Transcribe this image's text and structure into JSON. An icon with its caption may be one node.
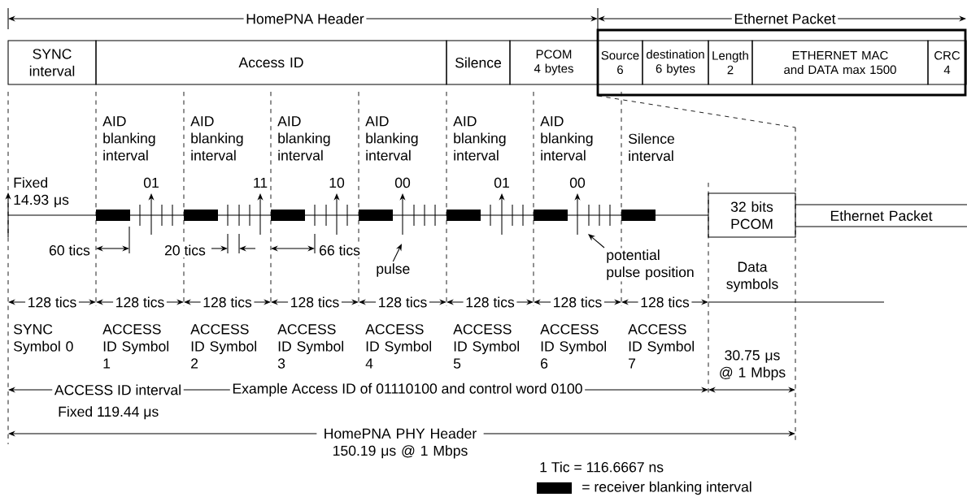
{
  "diagram": {
    "nodes": [
      {
        "text": [
          "SYNC interval"
        ]
      },
      {
        "text": [
          "Access ID"
        ]
      },
      {
        "text": [
          "Silence"
        ]
      },
      {
        "text": [
          "PCOM 4 bytes"
        ]
      },
      {
        "text": [],
        "shape": "box"
      },
      {
        "text": [
          "Source 6"
        ],
        "in": 4
      },
      {
        "text": [
          "destination 6 bytes"
        ],
        "in": 4
      },
      {
        "text": [
          "Length 2"
        ],
        "in": 4
      },
      {
        "text": [
          "ETHERNET MAC and DATA max 1500"
        ],
        "in": 4
      },
      {
        "text": [
          "CRC 4"
        ],
        "in": 4
      },
      {
        "text": [
          "32 bits PCOM"
        ]
      },
      {
        "text": [
          "Ethernet Packet"
        ]
      },
      {
        "text": [
          "pulse"
        ]
      },
      {
        "text": [
          "potential pulse position"
        ]
      }
    ],
    "edges": [
      {
        "from": 12,
        "to": null,
        "arrow": "to"
      },
      {
        "from": 13,
        "to": null,
        "arrow": "to"
      }
    ],
    "labels": [
      "HomePNA Header",
      "Ethernet Packet",
      "AID blanking interval",
      "AID blanking interval",
      "AID blanking interval",
      "AID blanking interval",
      "AID blanking interval",
      "AID blanking interval",
      "Silence interval",
      "Fixed 14.93 μs",
      "01",
      "11",
      "10",
      "00",
      "01",
      "00",
      "60 tics",
      "20 tics",
      "66 tics",
      "Data symbols",
      "128 tics",
      "128 tics",
      "128 tics",
      "128 tics",
      "128 tics",
      "128 tics",
      "128 tics",
      "128 tics",
      "SYNC Symbol 0",
      "ACCESS ID Symbol 1",
      "ACCESS ID Symbol 2",
      "ACCESS ID Symbol 3",
      "ACCESS ID Symbol 4",
      "ACCESS ID Symbol 5",
      "ACCESS ID Symbol 6",
      "ACCESS ID Symbol 7",
      "30.75 μs @ 1 Mbps",
      "ACCESS ID interval",
      "Example Access ID of 01110100 and control word 0100",
      "Fixed 119.44 μs",
      "HomePNA PHY Header 150.19 μs @ 1 Mbps",
      "1 Tic = 116.6667 ns"
    ],
    "legend": [
      {
        "text": "= receiver blanking interval",
        "color": "#000000"
      }
    ]
  }
}
